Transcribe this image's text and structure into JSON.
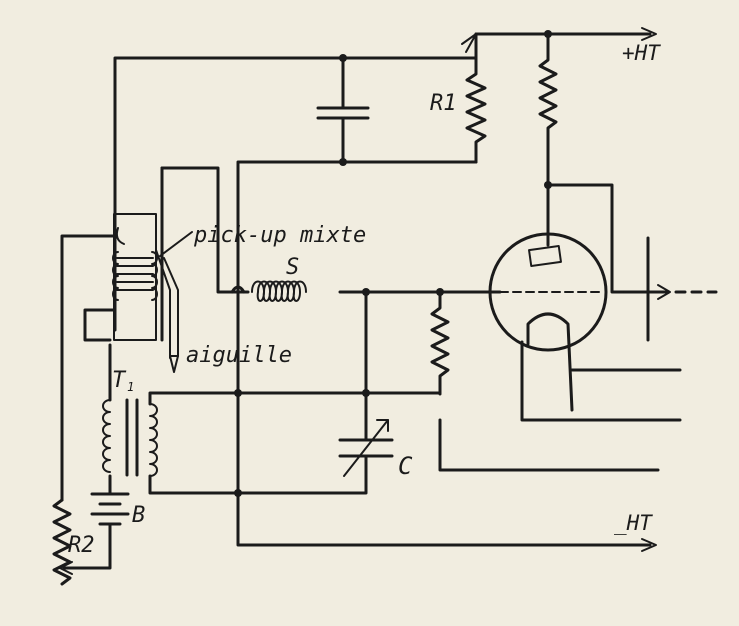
{
  "labels": {
    "plus_ht": "+HT",
    "minus_ht": "_HT",
    "r1": "R1",
    "r2": "R2",
    "s": "S",
    "c": "C",
    "b": "B",
    "t": "T",
    "t_sub": "1",
    "pickup": "pick-up mixte",
    "aiguille": "aiguille"
  },
  "colors": {
    "ink": "#1b1b1b",
    "paper": "#f1ede0"
  }
}
